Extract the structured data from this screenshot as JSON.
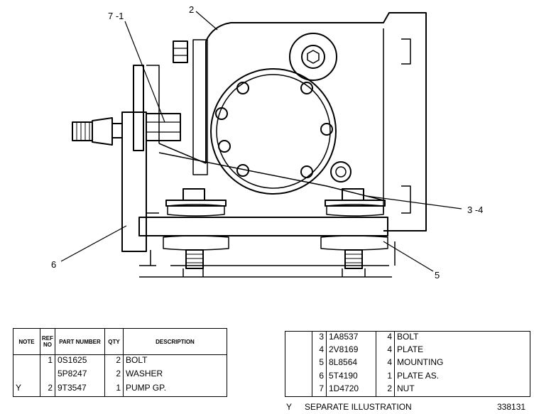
{
  "callouts": {
    "c7_1": "7 -1",
    "c2": "2",
    "c3_4": "3 -4",
    "c6": "6",
    "c5": "5"
  },
  "left_table": {
    "headers": [
      "NOTE",
      "REF NO",
      "PART NUMBER",
      "QTY",
      "DESCRIPTION"
    ],
    "rows": [
      {
        "note": "",
        "ref": "1",
        "part": "0S1625",
        "qty": "2",
        "desc": "BOLT"
      },
      {
        "note": "",
        "ref": "",
        "part": "5P8247",
        "qty": "2",
        "desc": "WASHER"
      },
      {
        "note": "Y",
        "ref": "2",
        "part": "9T3547",
        "qty": "1",
        "desc": "PUMP GP."
      }
    ]
  },
  "right_table": {
    "rows": [
      {
        "note": "",
        "ref": "3",
        "part": "1A8537",
        "qty": "4",
        "desc": "BOLT"
      },
      {
        "note": "",
        "ref": "4",
        "part": "2V8169",
        "qty": "4",
        "desc": "PLATE"
      },
      {
        "note": "",
        "ref": "5",
        "part": "8L8564",
        "qty": "4",
        "desc": "MOUNTING"
      },
      {
        "note": "",
        "ref": "6",
        "part": "5T4190",
        "qty": "1",
        "desc": "PLATE AS."
      },
      {
        "note": "",
        "ref": "7",
        "part": "1D4720",
        "qty": "2",
        "desc": "NUT"
      }
    ]
  },
  "footnote": {
    "symbol": "Y",
    "text": "SEPARATE ILLUSTRATION"
  },
  "drawing_number": "338131"
}
